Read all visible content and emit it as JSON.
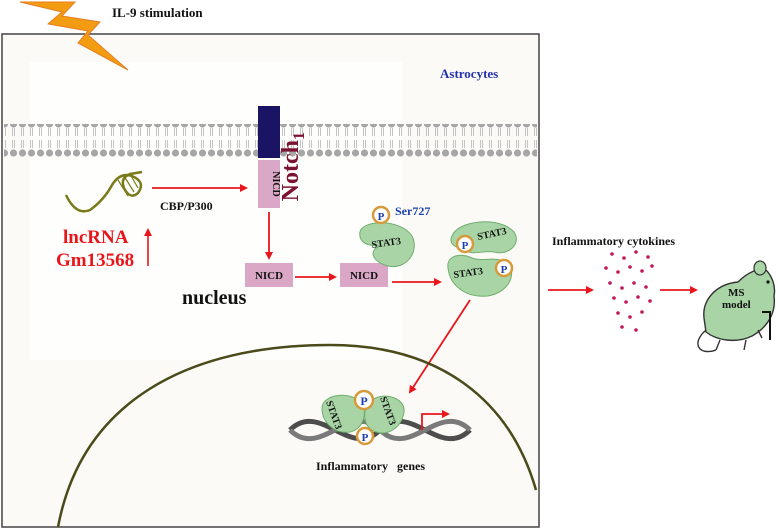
{
  "header": {
    "stimulation_label": "IL-9 stimulation"
  },
  "cell": {
    "label": "Astrocytes"
  },
  "receptor": {
    "name": "Notch",
    "subscript": "1",
    "domain_label": "NICD"
  },
  "lncrna": {
    "line1": "lncRNA",
    "line2": "Gm13568"
  },
  "cofactor": {
    "label": "CBP/P300"
  },
  "nicd": {
    "label_1": "NICD",
    "label_2": "NICD"
  },
  "stat3": {
    "label": "STAT3",
    "phospho": "P",
    "site": "Ser727"
  },
  "cytokines": {
    "label": "Inflammatory cytokines"
  },
  "model": {
    "line1": "MS",
    "line2": "model"
  },
  "nucleus": {
    "label": "nucleus"
  },
  "genes": {
    "label": "Inflammatory   genes"
  },
  "colors": {
    "arrow": "#e8161b",
    "nicd_fill": "#dba7c6",
    "notch_bar": "#1b1464",
    "notch_text": "#7b1133",
    "stat3_fill": "#a9d5a6",
    "phospho_ring": "#d69a3b",
    "phospho_text": "#1a3fb3",
    "nucleus_line": "#4a4a1a",
    "membrane": "#9c9c9c",
    "cytokine_dot": "#c2185b",
    "astro_text": "#2233aa",
    "lncrna_text": "#e8161b",
    "rna_strand": "#7a7a1a"
  }
}
